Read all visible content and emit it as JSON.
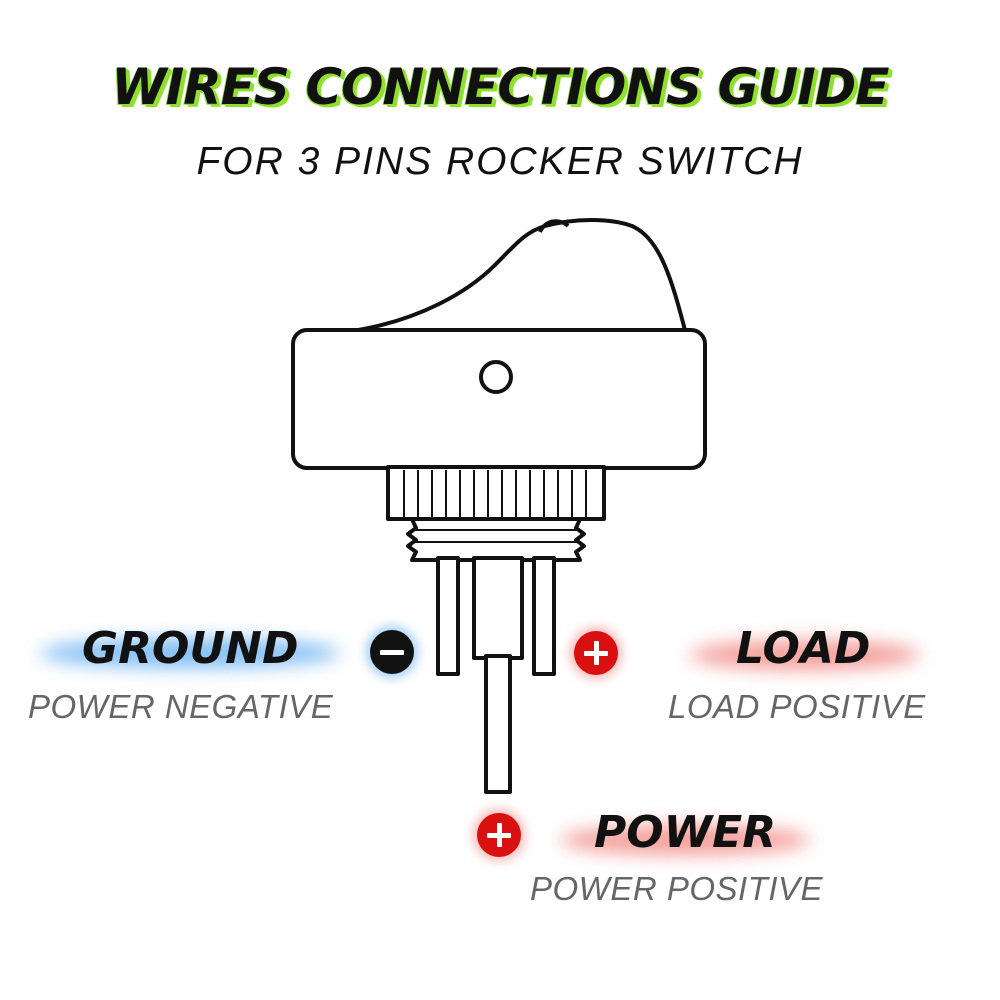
{
  "title": "WIRES CONNECTIONS GUIDE",
  "subtitle": "FOR 3 PINS ROCKER SWITCH",
  "terminals": {
    "ground": {
      "name": "GROUND",
      "description": "POWER NEGATIVE",
      "polarity": "negative",
      "glow_color": "#5aa9f0"
    },
    "load": {
      "name": "LOAD",
      "description": "LOAD POSITIVE",
      "polarity": "positive",
      "glow_color": "#f0807a"
    },
    "power": {
      "name": "POWER",
      "description": "POWER POSITIVE",
      "polarity": "positive",
      "glow_color": "#f0807a"
    }
  },
  "icons": {
    "negative": "minus-circle-icon",
    "positive": "plus-circle-icon"
  },
  "colors": {
    "title_shadow": "#8ee02d",
    "positive": "#d81010",
    "negative": "#111111"
  }
}
